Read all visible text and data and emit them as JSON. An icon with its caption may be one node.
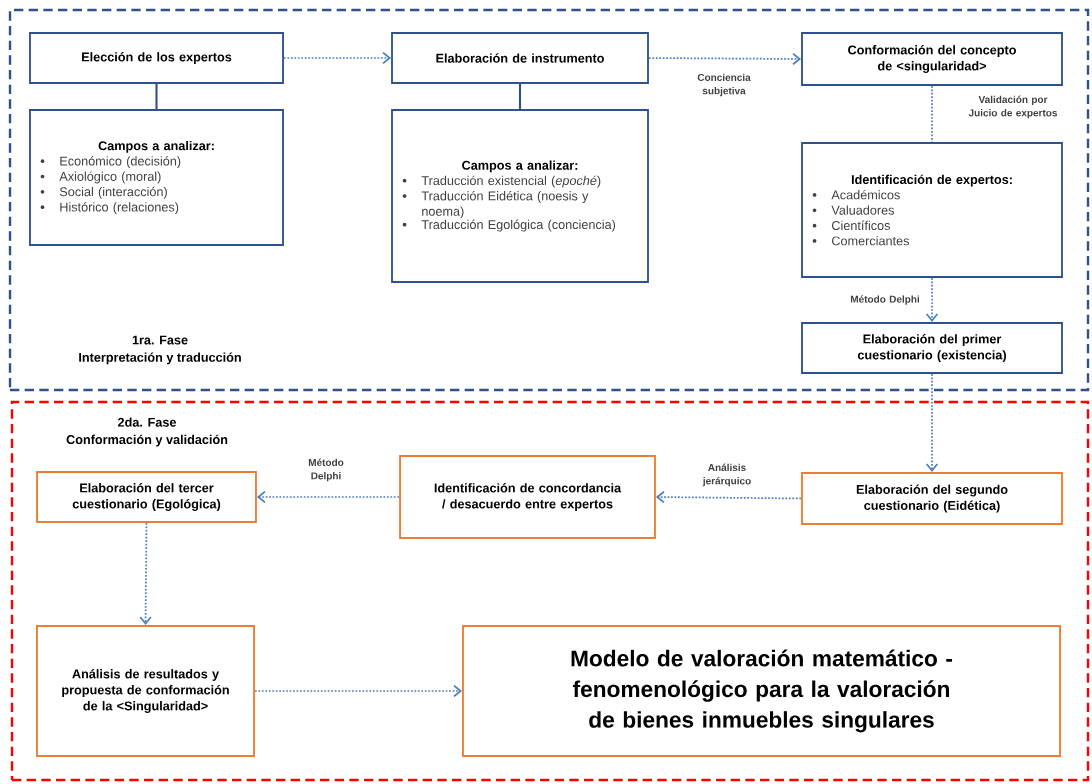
{
  "diagram": {
    "nodes": [
      {
        "text": [
          "1ra. Fase",
          "Interpretación y traducción"
        ]
      },
      {
        "text": [
          "Elección de los expertos"
        ],
        "in": 0
      },
      {
        "text": [
          "Campos a analizar:",
          "Económico (decisión)",
          "Axiológico (moral)",
          "Social (interacción)",
          "Histórico (relaciones)"
        ],
        "in": 0
      },
      {
        "text": [
          "Elaboración de instrumento"
        ],
        "in": 0
      },
      {
        "text": [
          "Campos a analizar:",
          "Traducción existencial (*epoché*)",
          "Traducción Eidética (noesis y noema)",
          "Traducción Egológica (conciencia)"
        ],
        "in": 0
      },
      {
        "text": [
          "Conformación del concepto de <singularidad>"
        ],
        "in": 0
      },
      {
        "text": [
          "Identificación de expertos:",
          "Académicos",
          "Valuadores",
          "Científicos",
          "Comerciantes"
        ],
        "in": 0
      },
      {
        "text": [
          "Elaboración del primer cuestionario (existencia)"
        ],
        "in": 0
      },
      {
        "text": [
          "2da. Fase",
          "Conformación y validación"
        ]
      },
      {
        "text": [
          "Elaboración del segundo cuestionario (Eidética)"
        ],
        "in": 8
      },
      {
        "text": [
          "Identificación de concordancia / desacuerdo entre expertos"
        ],
        "in": 8
      },
      {
        "text": [
          "Elaboración del tercer cuestionario (Egológica)"
        ],
        "in": 8
      },
      {
        "text": [
          "Análisis de resultados y propuesta de conformación de la <Singularidad>"
        ],
        "in": 8
      },
      {
        "text": [
          "Modelo de valoración matemático - fenomenológico para la valoración de bienes inmuebles singulares"
        ],
        "in": 8
      }
    ],
    "edges": [
      {
        "from": 1,
        "to": 2,
        "arrow": "none"
      },
      {
        "from": 1,
        "to": 3,
        "arrow": "to",
        "style": "dashed"
      },
      {
        "from": 3,
        "to": 4,
        "arrow": "none"
      },
      {
        "from": 3,
        "to": 5,
        "arrow": "to",
        "style": "dashed",
        "label": "Conciencia subjetiva"
      },
      {
        "from": 5,
        "to": 6,
        "arrow": "none",
        "style": "dashed",
        "label": "Validación por Juicio de expertos"
      },
      {
        "from": 6,
        "to": 7,
        "arrow": "to",
        "style": "dashed",
        "label": "Método Delphi"
      },
      {
        "from": 7,
        "to": 9,
        "arrow": "to",
        "style": "dashed"
      },
      {
        "from": 9,
        "to": 10,
        "arrow": "to",
        "style": "dashed",
        "label": "Análisis jerárquico"
      },
      {
        "from": 10,
        "to": 11,
        "arrow": "to",
        "style": "dashed",
        "label": "Método Delphi"
      },
      {
        "from": 11,
        "to": 12,
        "arrow": "to",
        "style": "dashed"
      },
      {
        "from": 12,
        "to": 13,
        "arrow": "to",
        "style": "dashed"
      }
    ]
  }
}
